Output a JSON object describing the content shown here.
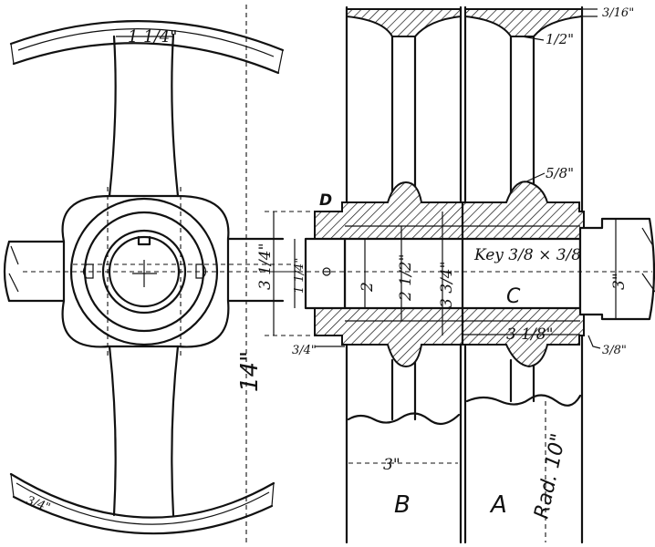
{
  "labels": {
    "part_a": "A",
    "part_b": "B",
    "part_c": "C",
    "part_d": "D",
    "radius": "Rad. 10\"",
    "key": "Key 3/8 × 3/8",
    "spoke_width": "1 1/4\"",
    "rim_width_left": "3/4\"",
    "wheel_dia": "14\"",
    "hub_len_left": "3 1/4\"",
    "bore_left": "1 1/4\"",
    "dim_2": "2",
    "dim_2_half": "2 1/2\"",
    "dim_3_3q": "3 3/4\"",
    "shaft_right": "3\"",
    "sleeve_len": "3 1/8\"",
    "pulley_width": "3\"",
    "top_flange": "3/16\"",
    "groove_half": "1/2\"",
    "groove_5_8": "5/8\"",
    "collar_3_8": "3/8\"",
    "collar_3_4": "3/4\""
  },
  "colors": {
    "ink": "#111111",
    "paper": "#ffffff"
  }
}
